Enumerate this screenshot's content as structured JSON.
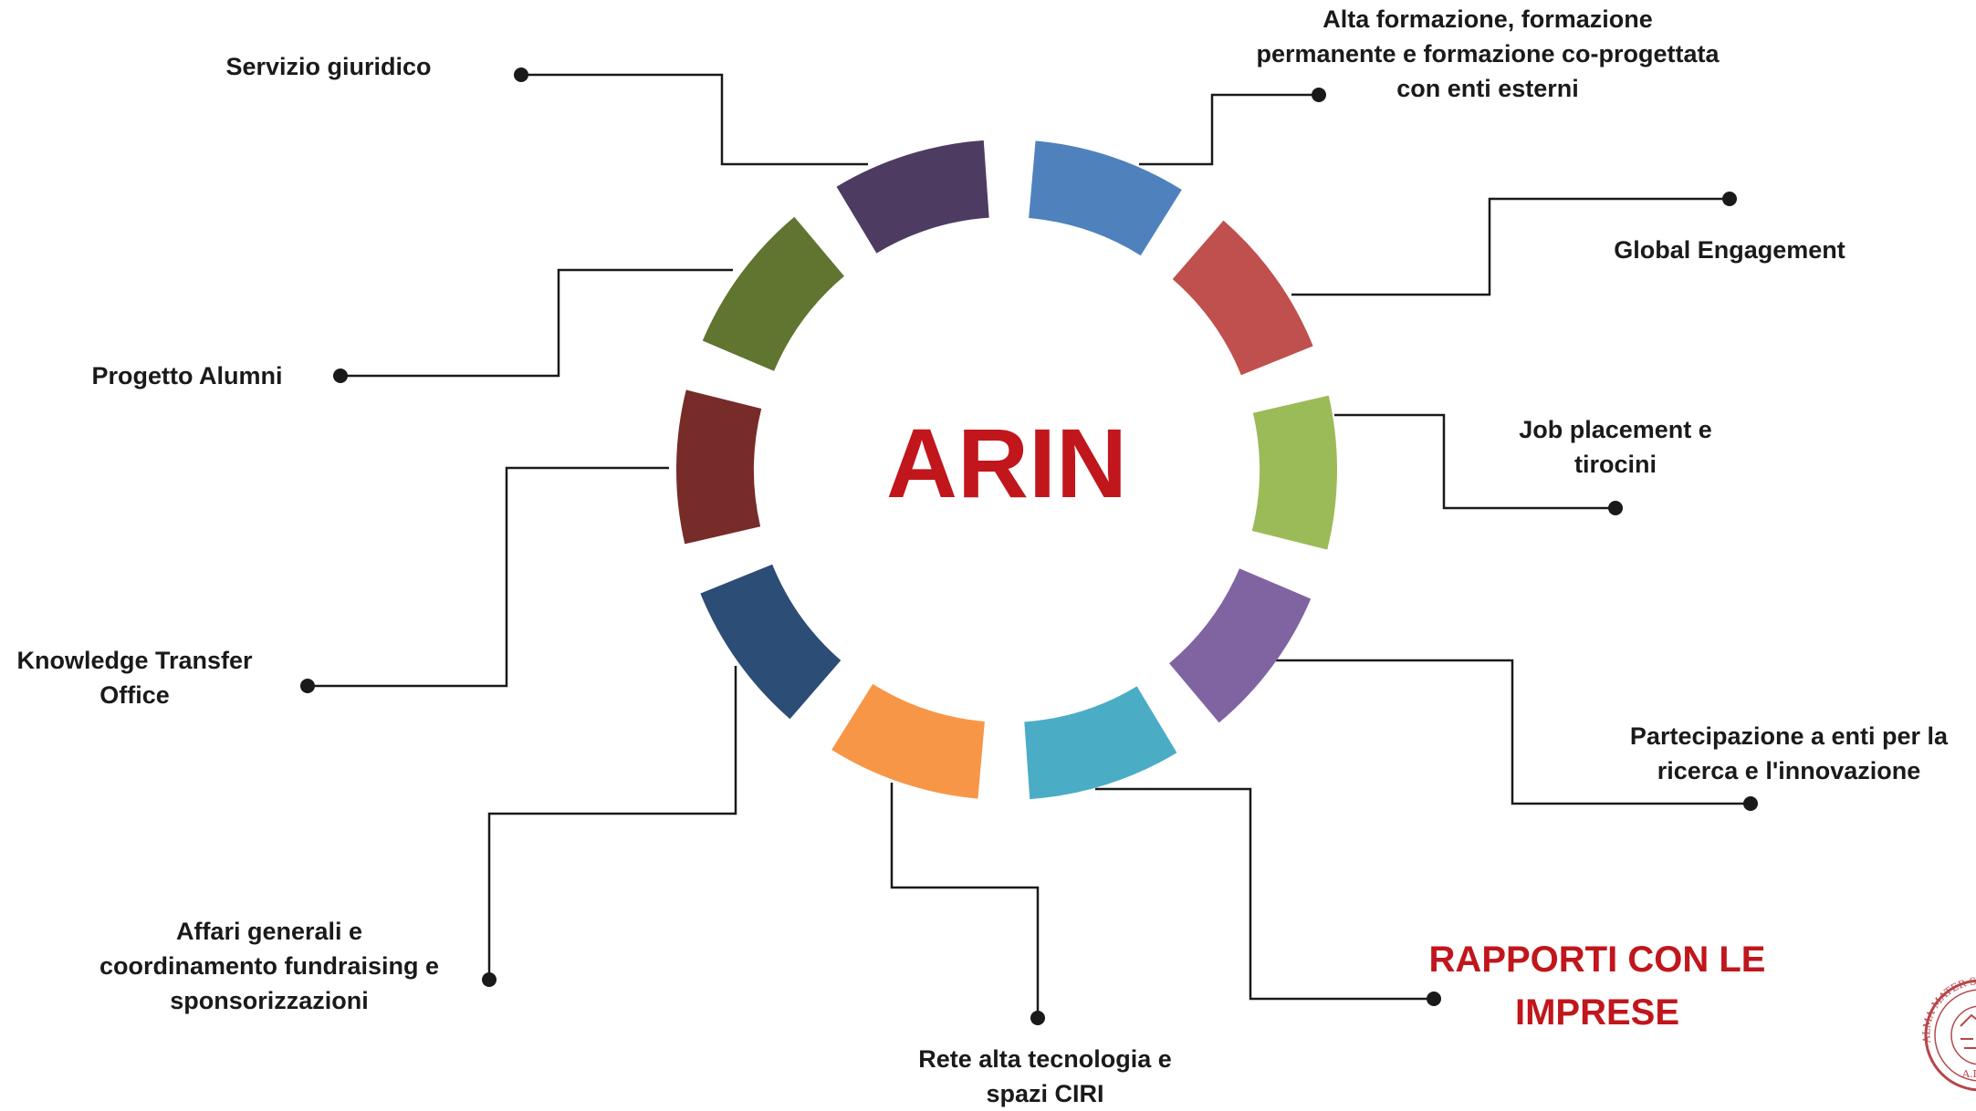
{
  "center": {
    "title": "ARIN",
    "color": "#c0161c"
  },
  "segments": [
    {
      "id": "alta-formazione",
      "color": "#4f81bd"
    },
    {
      "id": "global-engagement",
      "color": "#c0504d"
    },
    {
      "id": "job-placement",
      "color": "#9bbb59"
    },
    {
      "id": "partecipazione-enti",
      "color": "#8064a2"
    },
    {
      "id": "rapporti-imprese",
      "color": "#4bacc6"
    },
    {
      "id": "rete-alta-tecnologia",
      "color": "#f79646"
    },
    {
      "id": "affari-generali",
      "color": "#2c4d75"
    },
    {
      "id": "knowledge-transfer",
      "color": "#772c2a"
    },
    {
      "id": "progetto-alumni",
      "color": "#5f7530"
    },
    {
      "id": "servizio-giuridico",
      "color": "#4d3b62"
    }
  ],
  "labels": {
    "alta_formazione": "Alta formazione, formazione\npermanente e formazione co-progettata\ncon enti esterni",
    "global_engagement": "Global Engagement",
    "job_placement": "Job placement e\ntirocini",
    "partecipazione_enti": "Partecipazione a enti per la\nricerca e l'innovazione",
    "rapporti_imprese": "RAPPORTI CON LE\nIMPRESE",
    "rete_alta_tecnologia": "Rete alta tecnologia e\nspazi CIRI",
    "affari_generali": "Affari generali e\ncoordinamento fundraising e\nsponsorizzazioni",
    "knowledge_transfer": "Knowledge Transfer\nOffice",
    "progetto_alumni": "Progetto Alumni",
    "servizio_giuridico": "Servizio giuridico"
  },
  "highlight_color": "#c0161c",
  "connector_color": "#1a1a1a",
  "logo": {
    "seal_text": "ALMA MATER STUDIORUM",
    "letters": "A.D.",
    "color": "#b5474b"
  }
}
